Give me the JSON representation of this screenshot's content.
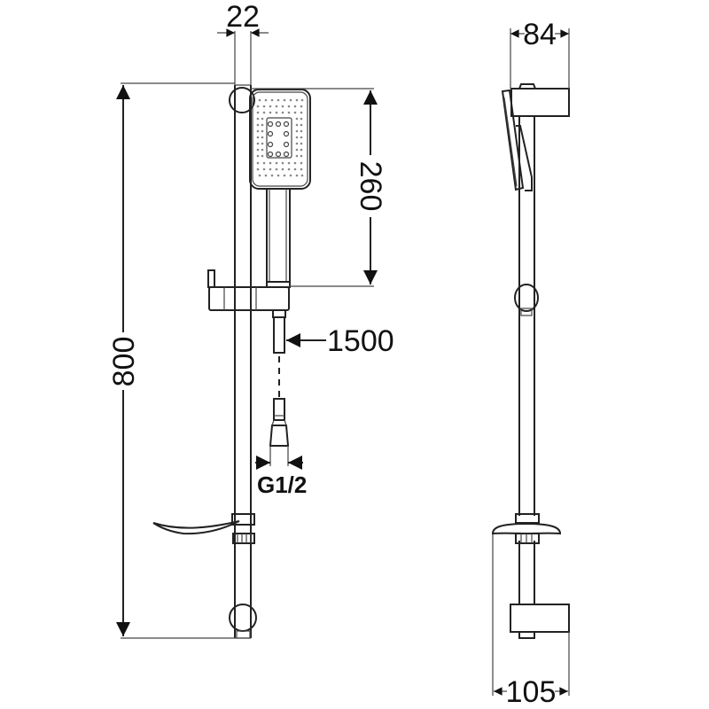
{
  "drawing": {
    "subject": "Shower rail set technical drawing",
    "front_view": {
      "rail_width_label": "22",
      "total_height_label": "800",
      "handshower_length_label": "260",
      "hose_length_label": "1500",
      "connector_thread_label": "G1/2"
    },
    "side_view": {
      "top_depth_label": "84",
      "bottom_depth_label": "105"
    },
    "colors": {
      "line": "#222222",
      "background": "#ffffff",
      "spray_dots": "#888888"
    }
  }
}
